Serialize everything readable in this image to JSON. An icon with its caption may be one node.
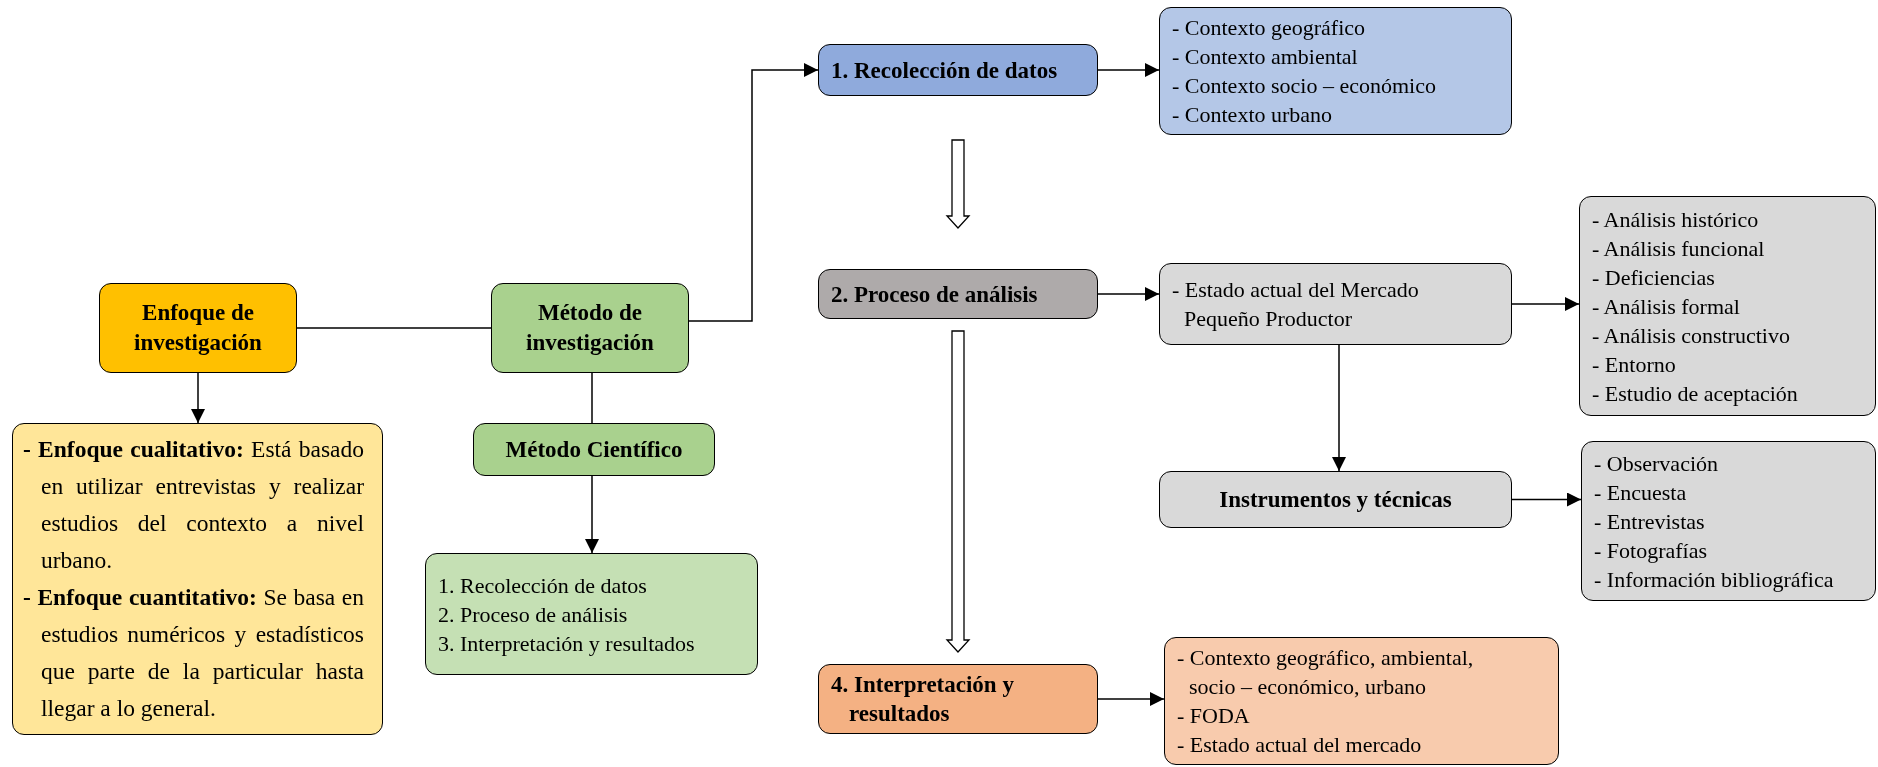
{
  "diagram": {
    "nodes": [
      {
        "text": [
          "Enfoque de investigación"
        ]
      },
      {
        "text": [
          "**- Enfoque cualitativo:** Está basado en utilizar entrevistas y realizar estudios del contexto a nivel urbano.",
          "**- Enfoque cuantitativo:** Se basa en estudios numéricos y estadísticos que parte de la particular hasta llegar a lo general."
        ]
      },
      {
        "text": [
          "Método de investigación"
        ]
      },
      {
        "text": [
          "Método Científico"
        ]
      },
      {
        "text": [
          "1. Recolección de datos",
          "2. Proceso de análisis",
          "3. Interpretación y resultados"
        ]
      },
      {
        "text": [
          "1. Recolección de datos"
        ]
      },
      {
        "text": [
          "- Contexto geográfico",
          "- Contexto ambiental",
          "- Contexto socio – económico",
          "- Contexto urbano"
        ]
      },
      {
        "text": [
          "2. Proceso de análisis"
        ]
      },
      {
        "text": [
          "- Estado actual del Mercado Pequeño Productor"
        ]
      },
      {
        "text": [
          "- Análisis histórico",
          "- Análisis funcional",
          "- Deficiencias",
          "- Análisis formal",
          "- Análisis constructivo",
          "- Entorno",
          "- Estudio de aceptación"
        ]
      },
      {
        "text": [
          "Instrumentos y técnicas"
        ]
      },
      {
        "text": [
          "- Observación",
          "- Encuesta",
          "- Entrevistas",
          "- Fotografías",
          "- Información bibliográfica"
        ]
      },
      {
        "text": [
          "4. Interpretación y resultados"
        ]
      },
      {
        "text": [
          "- Contexto geográfico, ambiental, socio – económico, urbano",
          "- FODA",
          "- Estado actual del mercado"
        ]
      }
    ],
    "edges": [
      {
        "from": 0,
        "to": 2,
        "arrow": "none"
      },
      {
        "from": 0,
        "to": 1,
        "arrow": "to"
      },
      {
        "from": 2,
        "to": 3,
        "arrow": "none"
      },
      {
        "from": 3,
        "to": 4,
        "arrow": "to"
      },
      {
        "from": 2,
        "to": 5,
        "arrow": "to"
      },
      {
        "from": 5,
        "to": 6,
        "arrow": "to"
      },
      {
        "from": 5,
        "to": 7,
        "arrow": "to",
        "style": "thick"
      },
      {
        "from": 7,
        "to": 8,
        "arrow": "to"
      },
      {
        "from": 8,
        "to": 9,
        "arrow": "to"
      },
      {
        "from": 8,
        "to": 10,
        "arrow": "to"
      },
      {
        "from": 10,
        "to": 11,
        "arrow": "to"
      },
      {
        "from": 7,
        "to": 12,
        "arrow": "to",
        "style": "thick"
      },
      {
        "from": 12,
        "to": 13,
        "arrow": "to"
      }
    ]
  }
}
